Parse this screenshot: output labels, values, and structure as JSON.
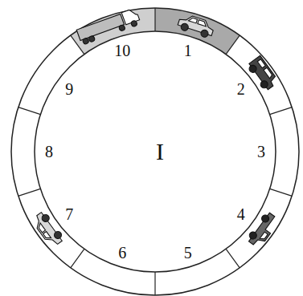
{
  "diagram": {
    "labels": [
      "1",
      "2",
      "3",
      "4",
      "5",
      "6",
      "7",
      "8",
      "9",
      "10",
      "I"
    ]
  }
}
